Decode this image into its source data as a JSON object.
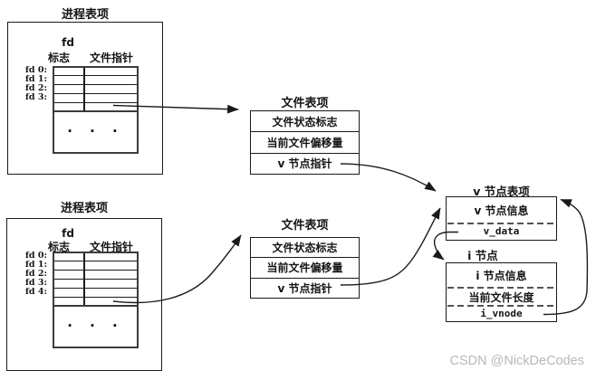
{
  "colors": {
    "line": "#1a1a1a",
    "watermark": "#b8b8b8"
  },
  "proc_table_1": {
    "title": "进程表项",
    "col_fd": "fd",
    "col_flags": "标志",
    "col_pointer": "文件指针",
    "fd_rows": [
      "fd 0:",
      "fd 1:",
      "fd 2:",
      "fd 3:"
    ],
    "ellipsis": "· · ·"
  },
  "proc_table_2": {
    "title": "进程表项",
    "col_fd": "fd",
    "col_flags": "标志",
    "col_pointer": "文件指针",
    "fd_rows": [
      "fd 0:",
      "fd 1:",
      "fd 2:",
      "fd 3:",
      "fd 4:"
    ],
    "ellipsis": "· · ·"
  },
  "file_table_1": {
    "title": "文件表项",
    "rows": [
      "文件状态标志",
      "当前文件偏移量",
      "v 节点指针"
    ]
  },
  "file_table_2": {
    "title": "文件表项",
    "rows": [
      "文件状态标志",
      "当前文件偏移量",
      "v 节点指针"
    ]
  },
  "vnode_table": {
    "title": "v 节点表项",
    "info": "v 节点信息",
    "vdata": "v_data"
  },
  "inode": {
    "title": "i 节点",
    "info": "i 节点信息",
    "length": "当前文件长度",
    "ivnode": "i_vnode"
  },
  "watermark": "CSDN @NickDeCodes"
}
